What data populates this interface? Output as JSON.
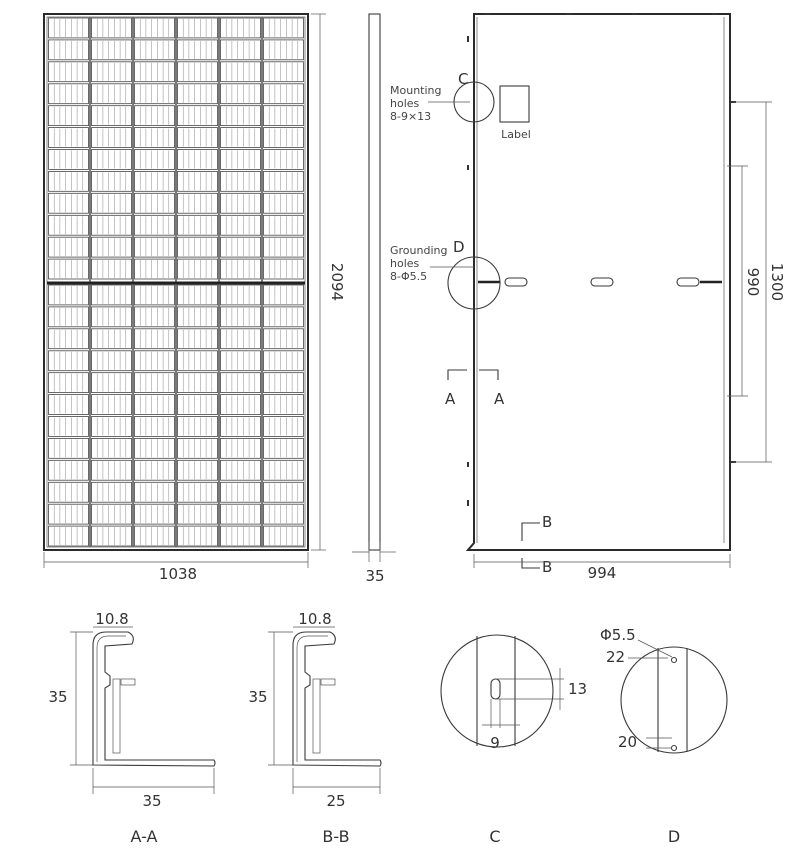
{
  "front_view": {
    "width": "1038",
    "height": "2094",
    "cells_cols": 6,
    "cells_rows": 24
  },
  "side_view": {
    "thickness": "35"
  },
  "back_view": {
    "width": "994",
    "dim_1300": "1300",
    "dim_990": "990",
    "label": "Label",
    "mounting": {
      "letter": "C",
      "line1": "Mounting",
      "line2": "holes",
      "line3": "8-9×13"
    },
    "grounding": {
      "letter": "D",
      "line1": "Grounding",
      "line2": "holes",
      "line3": "8-Φ5.5"
    },
    "section_a_left": "A",
    "section_a_right": "A",
    "section_b_top": "B",
    "section_b_bottom": "B"
  },
  "section_aa": {
    "caption": "A-A",
    "lip": "10.8",
    "height": "35",
    "base": "35"
  },
  "section_bb": {
    "caption": "B-B",
    "lip": "10.8",
    "height": "35",
    "base": "25"
  },
  "detail_c": {
    "caption": "C",
    "height": "13",
    "width": "9"
  },
  "detail_d": {
    "caption": "D",
    "diameter": "Φ5.5",
    "dim_22": "22",
    "dim_20": "20"
  }
}
